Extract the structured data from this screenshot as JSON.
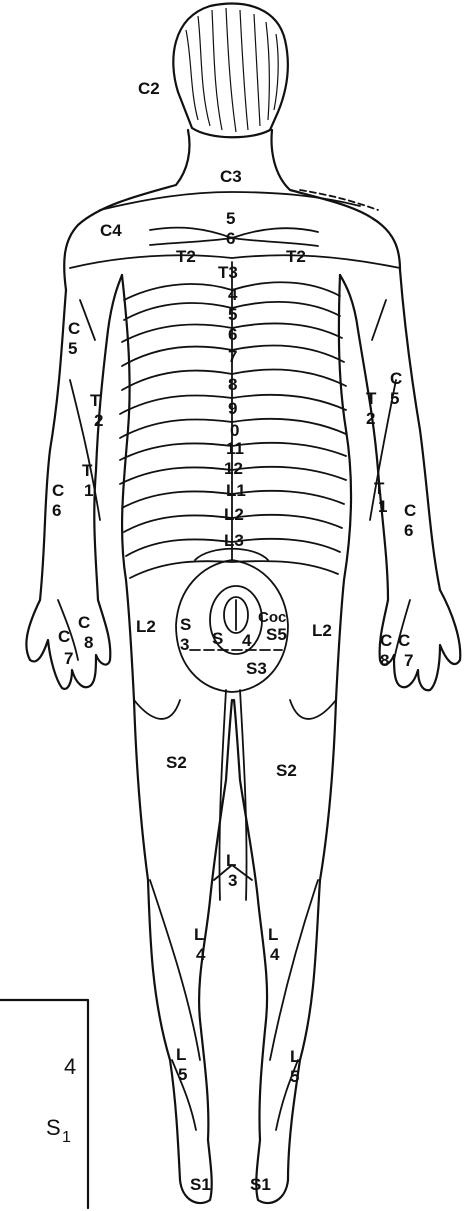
{
  "labels": {
    "c2": "C2",
    "c3": "C3",
    "c4": "C4",
    "t5": "5",
    "t6": "6",
    "t2_left": "T2",
    "t2_right": "T2",
    "t3": "T3",
    "t4": "4",
    "t5b": "5",
    "t6b": "6",
    "t7": "7",
    "t8": "8",
    "t9": "9",
    "t10": "0",
    "t11": "11",
    "t12": "12",
    "l1": "L1",
    "l2": "L2",
    "l3": "L3",
    "c5_left_c": "C",
    "c5_left_n": "5",
    "c5_right_c": "C",
    "c5_right_n": "5",
    "t2_larm_t": "T",
    "t2_larm_n": "2",
    "t2_rarm_t": "T",
    "t2_rarm_n": "2",
    "c6_left_c": "C",
    "c6_left_n": "6",
    "c6_right_c": "C",
    "c6_right_n": "6",
    "t1_larm_t": "T",
    "t1_larm_n": "1",
    "t1_rarm_t": "T",
    "t1_rarm_n": "1",
    "c8_left_c": "C",
    "c8_left_n": "8",
    "c8_right_c": "C",
    "c8_right_n": "8",
    "c7_left_c": "C",
    "c7_left_n": "7",
    "c7_right_c": "C",
    "c7_right_n": "7",
    "l2_left": "L2",
    "l2_right": "L2",
    "s3_left_s": "S",
    "s3_left_n": "3",
    "coc": "Coc",
    "s5": "S5",
    "s4_s": "S",
    "s4_n": "4",
    "s3_center": "S3",
    "s2_left": "S2",
    "s2_right": "S2",
    "l3_leg_l": "L",
    "l3_leg_n": "3",
    "l4_left_l": "L",
    "l4_left_n": "4",
    "l4_right_l": "L",
    "l4_right_n": "4",
    "l5_left_l": "L",
    "l5_left_n": "5",
    "l5_right_l": "L",
    "l5_right_n": "5",
    "s1_left": "S1",
    "s1_right": "S1"
  },
  "inset_box": {
    "line1": "4",
    "line2_main": "S",
    "line2_sub": "1"
  }
}
